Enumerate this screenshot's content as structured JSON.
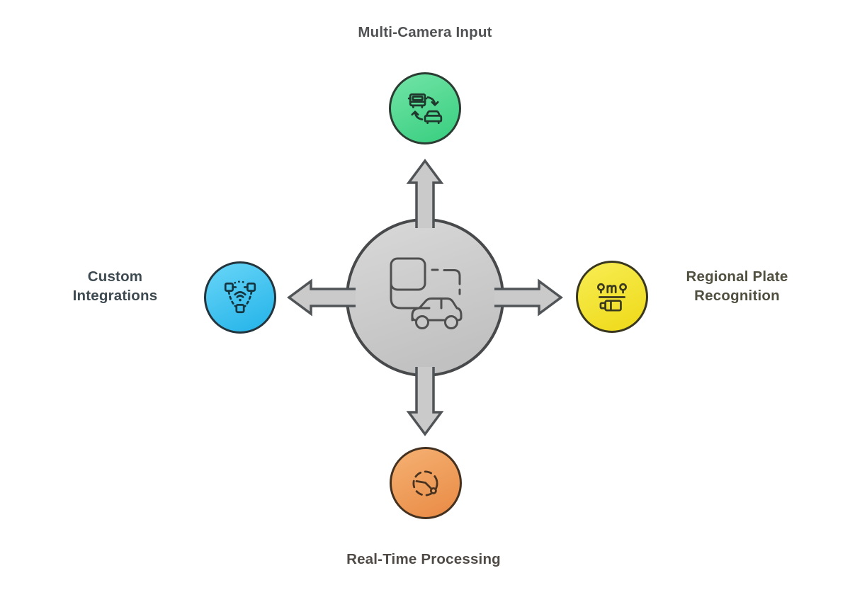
{
  "page": {
    "background": "#ffffff"
  },
  "hub": {
    "name": "central-vehicle-scan-hub",
    "fill_light": "#d9d9d9",
    "fill_dark": "#c1c1c1",
    "border": "#47494b",
    "icon_stroke": "#4f4f4f",
    "icon": "vehicle-scan-icon"
  },
  "arrows": {
    "fill": "#cacaca",
    "border": "#515457",
    "directions": [
      "up",
      "left",
      "right",
      "down"
    ]
  },
  "nodes": {
    "top": {
      "label": "Multi-Camera Input",
      "label_color": "#4f5153",
      "circle_light": "#6ce2a2",
      "circle_dark": "#3dd083",
      "border": "#2b3d33",
      "icon": "vehicle-swap-icon",
      "icon_stroke": "#1f372c"
    },
    "left": {
      "label": "Custom\nIntegrations",
      "label_color": "#3e4a51",
      "circle_light": "#62d2f6",
      "circle_dark": "#29b6ea",
      "border": "#24343d",
      "icon": "connected-devices-wifi-icon",
      "icon_stroke": "#153540"
    },
    "right": {
      "label": "Regional Plate\nRecognition",
      "label_color": "#514f3f",
      "circle_light": "#f7eb4e",
      "circle_dark": "#efdb1d",
      "border": "#39371f",
      "icon": "license-plate-location-icon",
      "icon_stroke": "#3c3a1e"
    },
    "bottom": {
      "label": "Real-Time Processing",
      "label_color": "#4f4a45",
      "circle_light": "#f4ad6e",
      "circle_dark": "#ea8e49",
      "border": "#45311f",
      "icon": "realtime-route-clock-icon",
      "icon_stroke": "#4a3320"
    }
  }
}
